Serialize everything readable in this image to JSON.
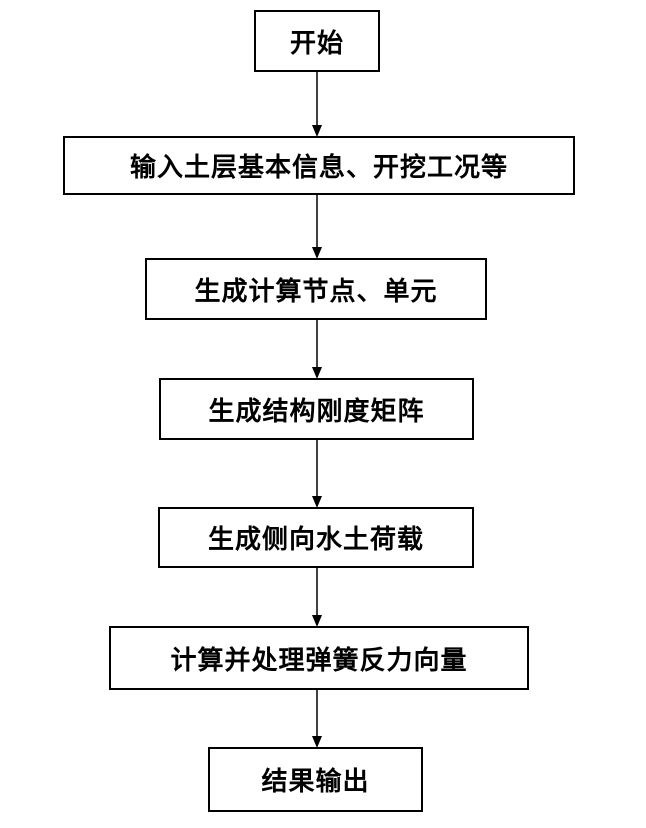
{
  "flowchart": {
    "steps": [
      {
        "id": "start",
        "label": "开始"
      },
      {
        "id": "input",
        "label": "输入土层基本信息、开挖工况等"
      },
      {
        "id": "nodes",
        "label": "生成计算节点、单元"
      },
      {
        "id": "stiffness",
        "label": "生成结构刚度矩阵"
      },
      {
        "id": "load",
        "label": "生成侧向水土荷载"
      },
      {
        "id": "spring",
        "label": "计算并处理弹簧反力向量"
      },
      {
        "id": "output",
        "label": "结果输出"
      }
    ],
    "edges": [
      {
        "from": "start",
        "to": "input"
      },
      {
        "from": "input",
        "to": "nodes"
      },
      {
        "from": "nodes",
        "to": "stiffness"
      },
      {
        "from": "stiffness",
        "to": "load"
      },
      {
        "from": "load",
        "to": "spring"
      },
      {
        "from": "spring",
        "to": "output"
      }
    ]
  }
}
